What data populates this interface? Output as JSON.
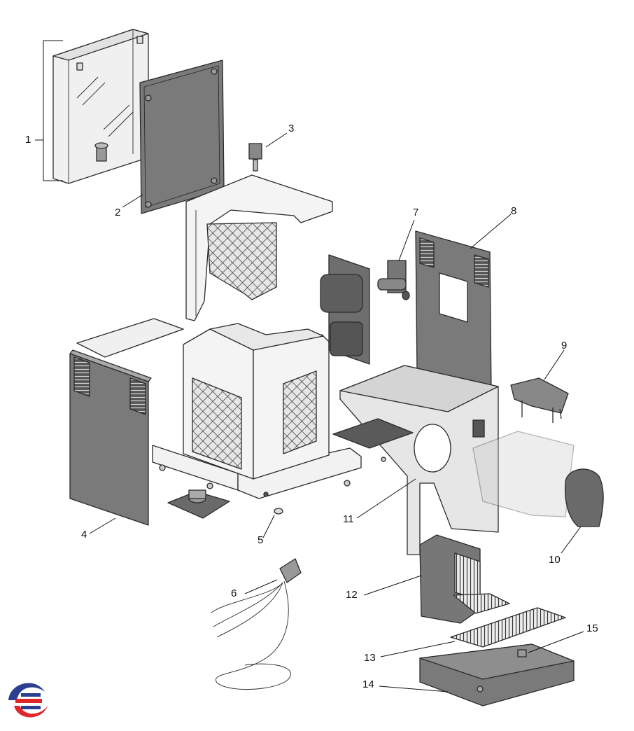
{
  "diagram": {
    "callouts": [
      {
        "id": "c1",
        "label": "1"
      },
      {
        "id": "c2",
        "label": "2"
      },
      {
        "id": "c3",
        "label": "3"
      },
      {
        "id": "c4",
        "label": "4"
      },
      {
        "id": "c5",
        "label": "5"
      },
      {
        "id": "c6",
        "label": "6"
      },
      {
        "id": "c7",
        "label": "7"
      },
      {
        "id": "c8",
        "label": "8"
      },
      {
        "id": "c9",
        "label": "9"
      },
      {
        "id": "c10",
        "label": "10"
      },
      {
        "id": "c11",
        "label": "11"
      },
      {
        "id": "c12",
        "label": "12"
      },
      {
        "id": "c13",
        "label": "13"
      },
      {
        "id": "c14",
        "label": "14"
      },
      {
        "id": "c15",
        "label": "15"
      }
    ],
    "colors": {
      "panel_fill": "#7a7a7a",
      "frame_fill": "#f2f2f2",
      "line": "#2a2a2a",
      "logo_red": "#e0262b",
      "logo_blue": "#2a3f8f"
    },
    "logo_icon": "brand-swirl-logo"
  }
}
